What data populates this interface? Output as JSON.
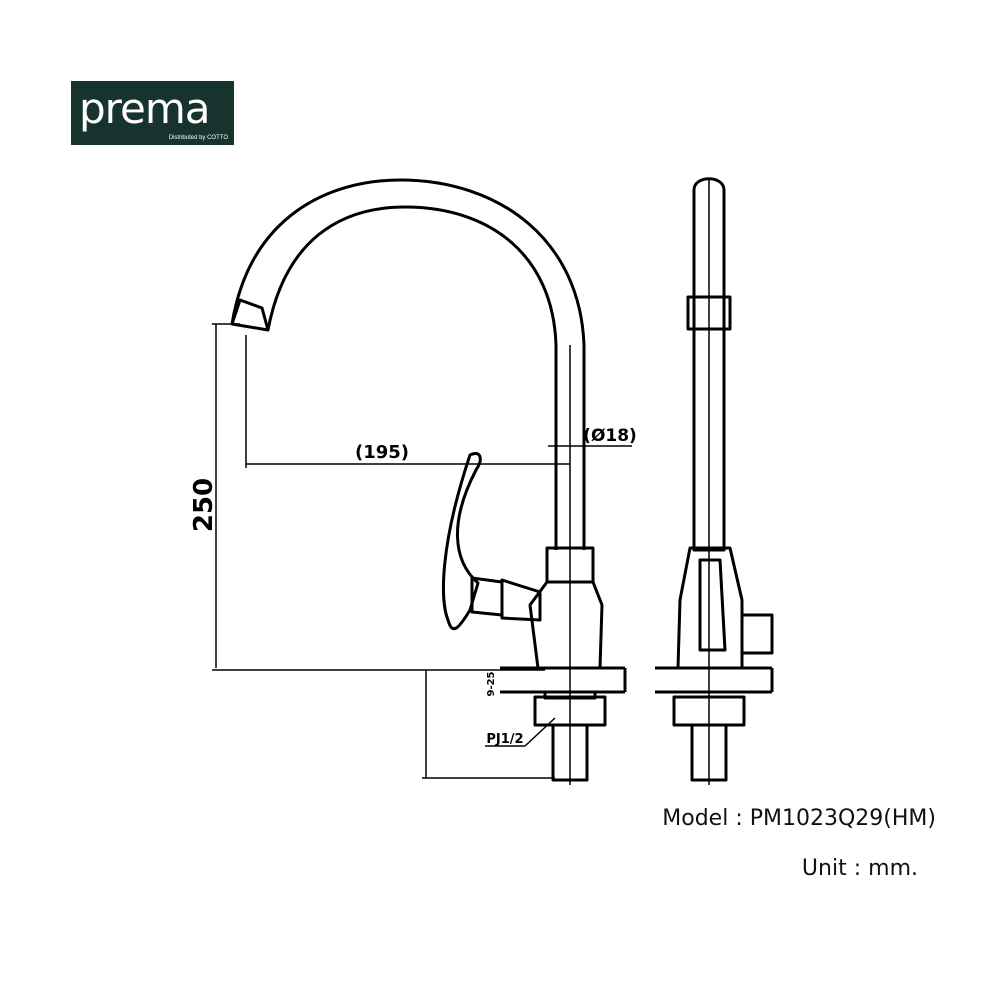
{
  "logo": {
    "word": "prema",
    "tagline": "Distributed by COTTO"
  },
  "dimensions": {
    "height": "250",
    "reach": "(195)",
    "diameter": "(Ø18)",
    "thread": "PJ1/2",
    "counter_thickness": "9-25"
  },
  "model": {
    "label": "Model",
    "separator": ":",
    "value": "PM1023Q29(HM)"
  },
  "unit": {
    "label": "Unit",
    "separator": ":",
    "value": "mm."
  },
  "colors": {
    "logo_bg": "#16332d",
    "line": "#000000"
  }
}
